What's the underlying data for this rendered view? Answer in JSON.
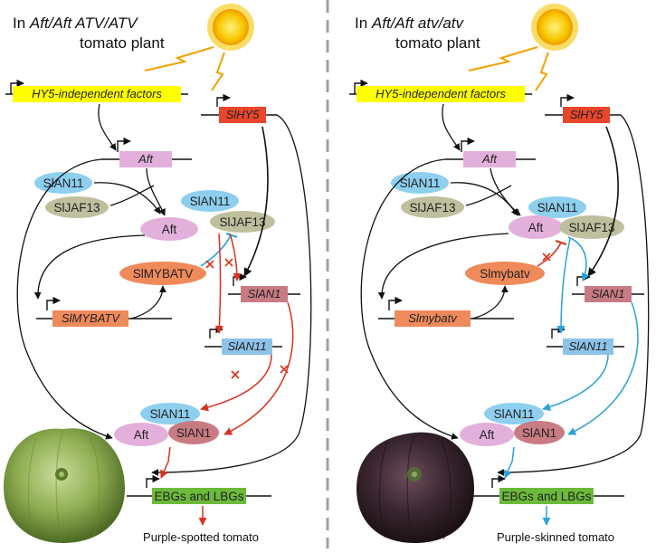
{
  "left": {
    "title_prefix": "In ",
    "genotype": "Aft/Aft ATV/ATV",
    "title_line2": "tomato plant",
    "hy5_independent": "HY5-independent factors",
    "slhy5": "SlHY5",
    "aft_gene": "Aft",
    "slan11_a": "SlAN11",
    "sljaf13_a": "SlJAF13",
    "slan11_b": "SlAN11",
    "sljaf13_b": "SlJAF13",
    "aft_protein": "Aft",
    "myb_protein": "SlMYBATV",
    "myb_gene": "SlMYBATV",
    "slan1_gene": "SlAN1",
    "slan11_gene": "SlAN11",
    "complex_an11": "SlAN11",
    "complex_aft": "Aft",
    "complex_an1": "SlAN1",
    "ebg_label": "EBGs and LBGs",
    "outcome": "Purple-spotted tomato"
  },
  "right": {
    "title_prefix": "In ",
    "genotype": "Aft/Aft atv/atv",
    "title_line2": "tomato plant",
    "hy5_independent": "HY5-independent factors",
    "slhy5": "SlHY5",
    "aft_gene": "Aft",
    "slan11_a": "SlAN11",
    "sljaf13_a": "SlJAF13",
    "slan11_b": "SlAN11",
    "aft_protein": "Aft",
    "sljaf13_b": "SlJAF13",
    "myb_protein": "Slmybatv",
    "myb_gene": "Slmybatv",
    "slan1_gene": "SlAN1",
    "slan11_gene": "SlAN11",
    "complex_an11": "SlAN11",
    "complex_aft": "Aft",
    "complex_an1": "SlAN1",
    "ebg_label": "EBGs and LBGs",
    "outcome": "Purple-skinned tomato"
  },
  "colors": {
    "yellow_box": "#ffff00",
    "hy5_box": "#e8462a",
    "pink": "#e3b0dc",
    "blue": "#8ecff0",
    "olive": "#c0bf9d",
    "orange": "#ef8a5a",
    "an1_box": "#c97b83",
    "blue_box": "#8ec3e8",
    "green_box": "#6cba3a",
    "red_arrow": "#d9321f",
    "blue_arrow": "#2aa1d8",
    "divider": "#a0a0a0"
  }
}
